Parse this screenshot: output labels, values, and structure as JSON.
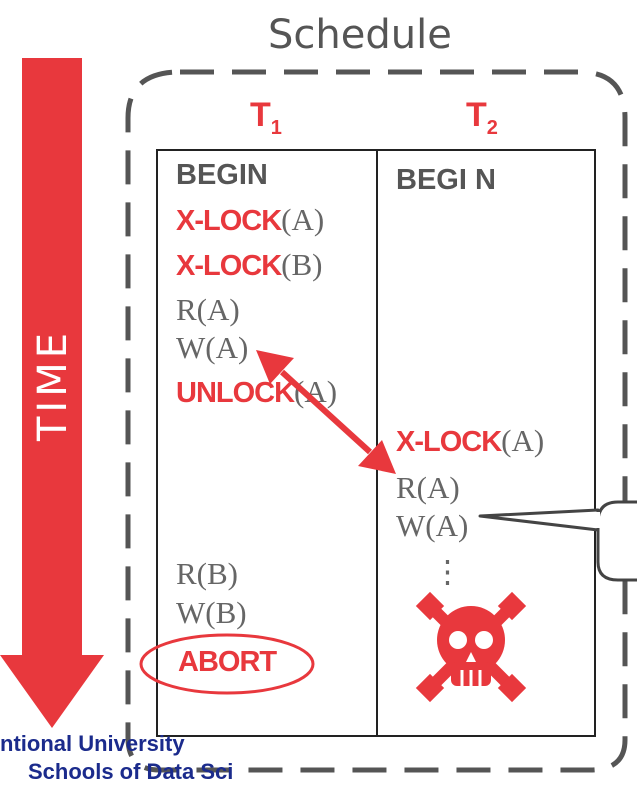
{
  "title": "Schedule",
  "time_label": "TIME",
  "transactions": [
    {
      "name": "T",
      "sub": "1",
      "operations": [
        {
          "kw": "BEGIN",
          "style": "gray"
        },
        {
          "kw": "X-LOCK",
          "arg": "(A)",
          "style": "red"
        },
        {
          "kw": "X-LOCK",
          "arg": "(B)",
          "style": "red"
        },
        {
          "text": "R(A)"
        },
        {
          "text": "W(A)"
        },
        {
          "kw": "UNLOCK",
          "arg": "(A)",
          "style": "red"
        },
        {
          "text": "R(B)"
        },
        {
          "text": "W(B)"
        },
        {
          "kw": "ABORT",
          "style": "red"
        }
      ]
    },
    {
      "name": "T",
      "sub": "2",
      "operations": [
        {
          "kw": "BEGI N",
          "style": "gray"
        },
        {
          "kw": "X-LOCK",
          "arg": "(A)",
          "style": "red"
        },
        {
          "text": "R(A)"
        },
        {
          "text": "W(A)"
        },
        {
          "text": "⋮"
        }
      ]
    }
  ],
  "footer": {
    "line1": "ntional University",
    "line2": "Schools of Data Sci"
  },
  "colors": {
    "accent": "#e8383d",
    "border": "#555555",
    "footer": "#1b2b8c"
  }
}
